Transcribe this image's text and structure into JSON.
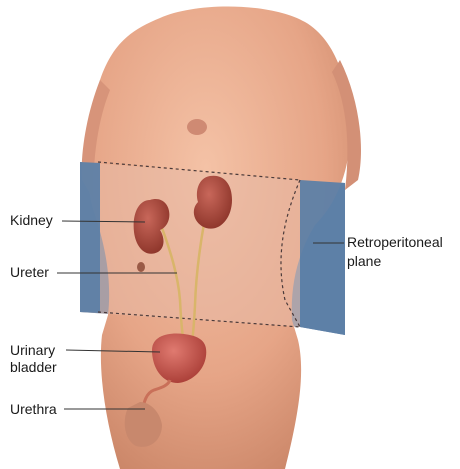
{
  "labels": {
    "kidney": "Kidney",
    "ureter": "Ureter",
    "urinary_bladder_line1": "Urinary",
    "urinary_bladder_line2": "bladder",
    "urethra": "Urethra",
    "retroperitoneal_line1": "Retroperitoneal",
    "retroperitoneal_line2": "plane"
  },
  "colors": {
    "skin": "#e8a98c",
    "skin_shadow": "#c98466",
    "plane_blue": "#5d7fa6",
    "kidney": "#a8463a",
    "bladder": "#c2544b",
    "ureter": "#d9b56a",
    "leader_line": "#333333"
  }
}
